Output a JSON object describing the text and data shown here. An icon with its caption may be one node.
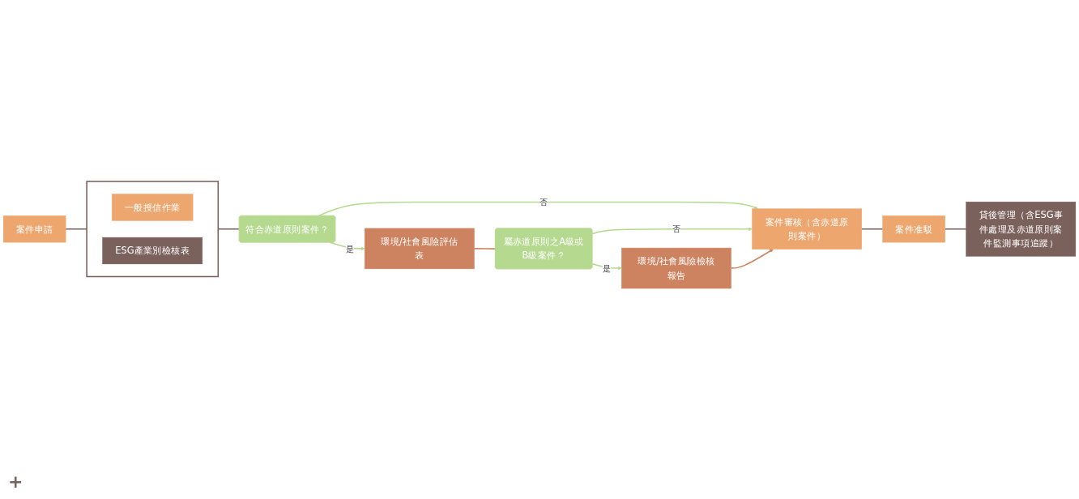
{
  "diagram": {
    "nodes": [
      {
        "text": [
          "案件申請"
        ]
      },
      {
        "text": [],
        "shape": "box"
      },
      {
        "text": [
          "一般授信作業"
        ],
        "in": 1
      },
      {
        "text": [
          "ESG產業別檢核表"
        ],
        "in": 1
      },
      {
        "text": [
          "符合赤道原則案件？"
        ]
      },
      {
        "text": [
          "案件審核（含赤道原則案件）"
        ]
      },
      {
        "text": [
          "案件准駁"
        ]
      },
      {
        "text": [
          "環境/社會風險評估表"
        ]
      },
      {
        "text": [
          "屬赤道原則之A級或B級案件？"
        ]
      },
      {
        "text": [
          "環境/社會風險檢核報告"
        ]
      },
      {
        "text": [
          "貸後管理（含ESG事件處理及赤道原則案件監測事項追蹤）"
        ]
      }
    ],
    "edges": [
      {
        "from": 0,
        "to": 1,
        "arrow": "none"
      },
      {
        "from": 1,
        "to": 4,
        "arrow": "none"
      },
      {
        "from": 4,
        "to": 5,
        "arrow": "to",
        "label": "否",
        "color": "#b5d98f"
      },
      {
        "from": 4,
        "to": 7,
        "arrow": "to",
        "label": "是",
        "color": "#b5d98f"
      },
      {
        "from": 5,
        "to": 6,
        "arrow": "none"
      },
      {
        "from": 6,
        "to": 10,
        "arrow": "none"
      },
      {
        "from": 7,
        "to": 8,
        "arrow": "none",
        "color": "#cd8360"
      },
      {
        "from": 8,
        "to": 5,
        "arrow": "to",
        "label": "否",
        "color": "#b5d98f"
      },
      {
        "from": 8,
        "to": 9,
        "arrow": "to",
        "label": "是",
        "color": "#b5d98f"
      },
      {
        "from": 9,
        "to": 5,
        "arrow": "to",
        "color": "#cd8360"
      }
    ],
    "labels": [
      "+"
    ]
  }
}
